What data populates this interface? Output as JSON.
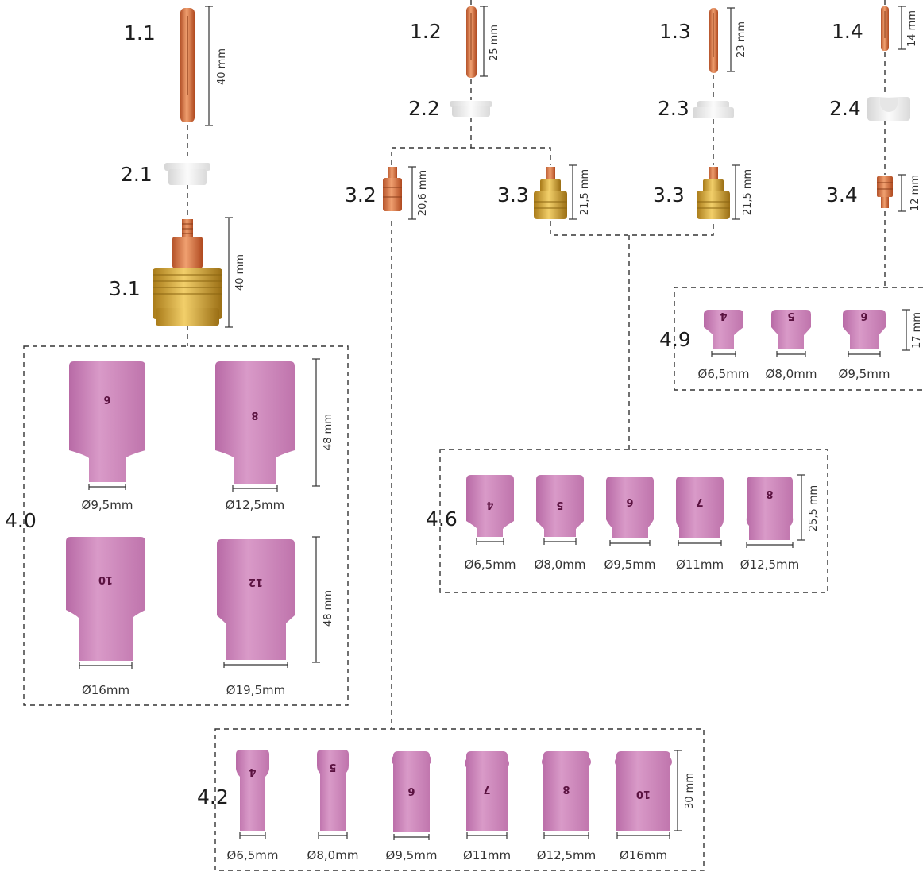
{
  "collets": [
    {
      "label": "1.1",
      "length": "40 mm"
    },
    {
      "label": "1.2",
      "length": "25 mm"
    },
    {
      "label": "1.3",
      "length": "23 mm"
    },
    {
      "label": "1.4",
      "length": "14 mm"
    }
  ],
  "insulators": [
    {
      "label": "2.1"
    },
    {
      "label": "2.2"
    },
    {
      "label": "2.3"
    },
    {
      "label": "2.4"
    }
  ],
  "bodies": [
    {
      "label": "3.1",
      "length": "40 mm"
    },
    {
      "label": "3.2",
      "length": "20,6 mm"
    },
    {
      "label": "3.3",
      "length": "21,5 mm"
    },
    {
      "label": "3.3",
      "length": "21,5 mm"
    },
    {
      "label": "3.4",
      "length": "12 mm"
    }
  ],
  "groups": {
    "g40": {
      "label": "4.0",
      "length_top": "48 mm",
      "length_bottom": "48 mm",
      "nozzles": [
        {
          "num": "6",
          "dia": "Ø9,5mm"
        },
        {
          "num": "8",
          "dia": "Ø12,5mm"
        },
        {
          "num": "10",
          "dia": "Ø16mm"
        },
        {
          "num": "12",
          "dia": "Ø19,5mm"
        }
      ]
    },
    "g49": {
      "label": "4.9",
      "length": "17 mm",
      "nozzles": [
        {
          "num": "4",
          "dia": "Ø6,5mm"
        },
        {
          "num": "5",
          "dia": "Ø8,0mm"
        },
        {
          "num": "6",
          "dia": "Ø9,5mm"
        }
      ]
    },
    "g46": {
      "label": "4.6",
      "length": "25,5 mm",
      "nozzles": [
        {
          "num": "4",
          "dia": "Ø6,5mm"
        },
        {
          "num": "5",
          "dia": "Ø8,0mm"
        },
        {
          "num": "6",
          "dia": "Ø9,5mm"
        },
        {
          "num": "7",
          "dia": "Ø11mm"
        },
        {
          "num": "8",
          "dia": "Ø12,5mm"
        }
      ]
    },
    "g42": {
      "label": "4.2",
      "length": "30 mm",
      "nozzles": [
        {
          "num": "4",
          "dia": "Ø6,5mm"
        },
        {
          "num": "5",
          "dia": "Ø8,0mm"
        },
        {
          "num": "6",
          "dia": "Ø9,5mm"
        },
        {
          "num": "7",
          "dia": "Ø11mm"
        },
        {
          "num": "8",
          "dia": "Ø12,5mm"
        },
        {
          "num": "10",
          "dia": "Ø16mm"
        }
      ]
    }
  },
  "colors": {
    "copper": "#d9784a",
    "copper_dark": "#a84a22",
    "brass": "#d9a832",
    "insulator": "#eeeeee",
    "ceramic": "#cf83bd",
    "ceramic_dark": "#b56aa4"
  }
}
